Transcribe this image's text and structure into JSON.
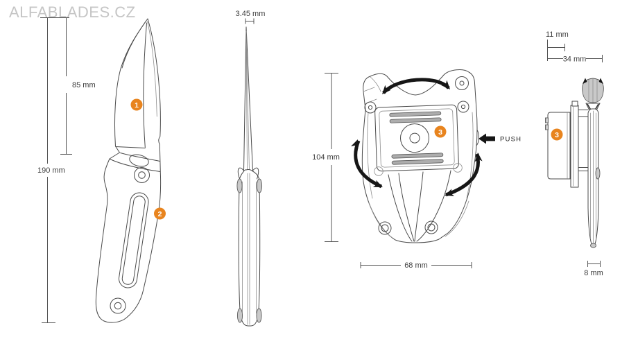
{
  "watermark": {
    "text": "ALFABLADES.CZ"
  },
  "colors": {
    "accent_orange": "#E8841E",
    "line_art": "#4A4A4A",
    "dimension_text": "#3C3C3C",
    "watermark_gray": "#C5C5C5",
    "arrow_black": "#161616"
  },
  "icons": {
    "push_arrow": "solid-left-arrow",
    "rotation_arrow_top": "curved-double-headed-arrow",
    "rotation_arrow_left": "curved-double-headed-arrow",
    "rotation_arrow_right": "curved-double-headed-arrow"
  },
  "figures": {
    "knife_front": {
      "badge1": "1",
      "badge2": "2",
      "dim_blade": "85 mm",
      "dim_overall": "190 mm"
    },
    "knife_side": {
      "dim_thickness": "3.45 mm"
    },
    "sheath_front": {
      "badge": "3",
      "dim_height": "104 mm",
      "dim_width": "68 mm",
      "push_label": "PUSH"
    },
    "sheath_side": {
      "badge": "3",
      "dim_clip": "11 mm",
      "dim_width": "34 mm",
      "dim_tip": "8 mm"
    }
  }
}
